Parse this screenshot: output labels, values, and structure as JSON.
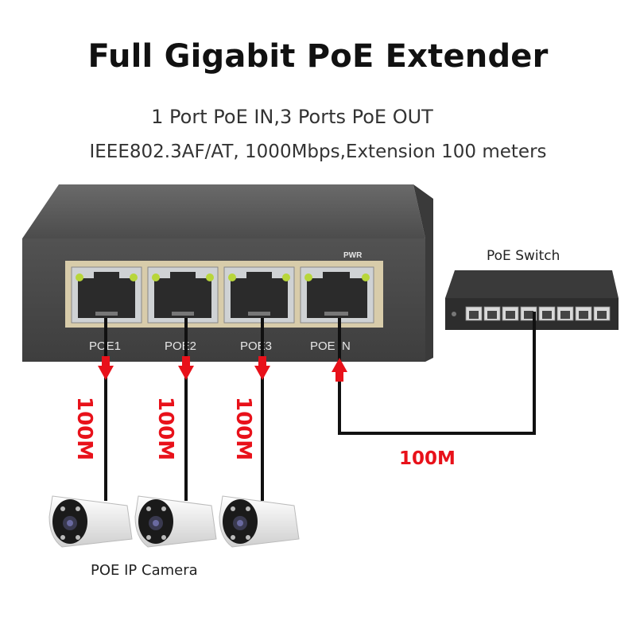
{
  "title": "Full Gigabit PoE Extender",
  "subtitle_1": "1 Port PoE IN,3 Ports PoE OUT",
  "subtitle_2": "IEEE802.3AF/AT, 1000Mbps,Extension 100 meters",
  "extender": {
    "pwr_label": "PWR",
    "ports": [
      {
        "label": "POE1"
      },
      {
        "label": "POE2"
      },
      {
        "label": "POE3"
      },
      {
        "label": "POE IN"
      }
    ]
  },
  "switch": {
    "label": "PoE Switch"
  },
  "links": {
    "out_speeds": [
      "100M",
      "100M",
      "100M"
    ],
    "in_speed": "100M"
  },
  "camera": {
    "label": "POE IP Camera"
  },
  "colors": {
    "arrow": "#e8111a",
    "cable": "#111111",
    "device": "#4a4a4a"
  }
}
